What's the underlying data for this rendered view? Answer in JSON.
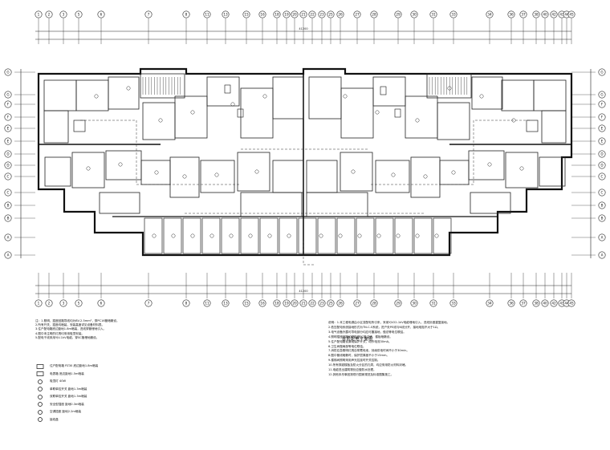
{
  "drawing": {
    "title": "首层配电平面图",
    "north_axis_labels": [
      "1",
      "2",
      "3",
      "5",
      "6",
      "7",
      "8",
      "11",
      "13",
      "15",
      "16",
      "18",
      "19",
      "20",
      "21",
      "22",
      "23",
      "25",
      "26",
      "27",
      "28",
      "29",
      "30",
      "31",
      "33",
      "34",
      "36",
      "37",
      "38",
      "40",
      "42",
      "43",
      "44",
      "45"
    ],
    "west_axis_labels": [
      "G",
      "F",
      "E",
      "D",
      "C",
      "B",
      "A"
    ],
    "dimension_total": "41200"
  },
  "notes_left": [
    "注：1.照明、插座回路导线均为BV-2.5mm²，穿PC16管暗敷设。",
    "2.所有开关、插座均暗装，安装高度详见设备材料表。",
    "3.住户配电箱底边距地1.8m暗装，进线穿管埋地引入。",
    "4.图中未注明的灯具均采用吸顶安装。",
    "5.配电干线采用YJV-1kV电缆，穿SC管埋地敷设。"
  ],
  "legend": [
    {
      "symbol": "circle",
      "text": "住户配电箱 PZ30   底边距地1.8m暗装"
    },
    {
      "symbol": "circle",
      "text": "电表箱 底边距地1.5m暗装"
    },
    {
      "symbol": "circle",
      "text": "吸顶灯   40W"
    },
    {
      "symbol": "circle",
      "text": "单联单控开关 距地1.3m暗装"
    },
    {
      "symbol": "circle",
      "text": "双联单控开关 距地1.3m暗装"
    },
    {
      "symbol": "circle",
      "text": "安全型插座 距地0.3m暗装"
    },
    {
      "symbol": "circle",
      "text": "空调插座 距地2.2m暗装"
    },
    {
      "symbol": "circle",
      "text": "接线盒"
    }
  ],
  "notes_right": [
    "说明：1.本工程电源由小区变配电所引来，采用YJV22-1kV电缆埋地引入，进线处做重复接地。",
    "2.低压配电系统接地形式为TN-C-S系统，进户处PE线与N线分开，接地电阻不大于1Ω。",
    "3.电气设备外露可导电部分均应可靠接地，做总等电位联结。",
    "4.照明插座回路均穿阻燃PC管沿墙、楼板暗敷设。",
    "5.住户配电箱设漏电保护开关，动作电流30mA。",
    "6.卫生间做局部等电位联结。",
    "7.消防应急照明灯具自带蓄电池，持续供电时间不小于30min。",
    "8.图中管线暗敷时，保护层厚度不小于15mm。",
    "9.楼梯间照明采用声光控延时开关控制。",
    "10.所有穿越楼板及防火分区的孔洞，均应采用防火材料封堵。",
    "11.电缆进出建筑物处应做防水处理。",
    "12.其他未尽事宜按现行国家规范及标准图集施工。"
  ]
}
